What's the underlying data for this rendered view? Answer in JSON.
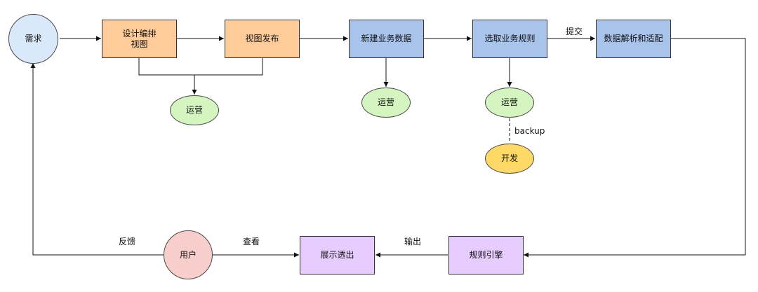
{
  "nodes": {
    "demand": "需求",
    "design": "设计编排\n视图",
    "publish": "视图发布",
    "create_data": "新建业务数据",
    "select_rules": "选取业务规则",
    "parse_adapt": "数据解析和适配",
    "ops_1": "运营",
    "ops_2": "运营",
    "ops_3": "运营",
    "dev": "开发",
    "rule_engine": "规则引擎",
    "display": "展示透出",
    "user": "用户"
  },
  "edge_labels": {
    "submit": "提交",
    "backup": "backup",
    "output": "输出",
    "view": "查看",
    "feedback": "反馈"
  },
  "colors": {
    "orange_fill": "#ffcc99",
    "blue_fill": "#a9c4eb",
    "green_fill": "#d5f5c0",
    "yellow_fill": "#ffd966",
    "purple_fill": "#e6ccff",
    "circle_blue_fill": "#dae8fc",
    "circle_red_fill": "#f8cecc"
  }
}
